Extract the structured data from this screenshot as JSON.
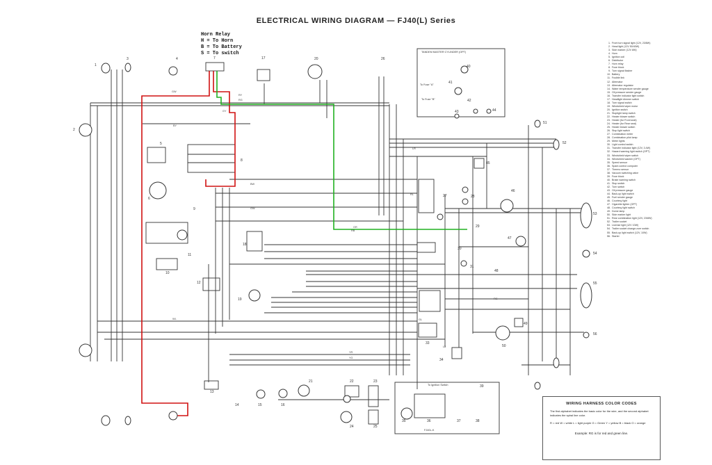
{
  "title": "ELECTRICAL WIRING DIAGRAM — FJ40(L) Series",
  "horn_relay": {
    "heading": "Horn Relay",
    "lines": [
      "H = To Horn",
      "B = To Battery",
      "S = To switch"
    ]
  },
  "tandem_inset": {
    "title": "TANDEM MASTER CYLINDER (OPT)",
    "fuse_a": "To Fuse \"A\"",
    "fuse_b": "To Fuse \"B\""
  },
  "ignition_inset": {
    "title": "To Ignition Switch",
    "code": "FJ40L-K"
  },
  "legend_items": [
    "Front turn signal light (12V, 23/8W)",
    "Head light (12V 50/40W)",
    "Side marker (12V 8W)",
    "Horn",
    "Ignition coil",
    "Distributor",
    "Horn relay",
    "Fuse block",
    "Turn signal flasher",
    "Battery",
    "Fusible link",
    "Alternator",
    "Alternator regulator",
    "Water temperature sender gauge",
    "Oil pressure sender gauge",
    "Transfer indicator light switch",
    "Headlight dimmer switch",
    "Turn signal switch",
    "Windshield wiper motor",
    "Ignition switch",
    "Stoplight lamp switch",
    "Heater blower switch",
    "Heater (for Front seat)",
    "Heater (for Rear seat)",
    "Heater blower switch",
    "Stop light switch",
    "Combination meter",
    "Combination pilot lamp",
    "Meter lights",
    "Light control switch",
    "Transfer indicator light (12V, 3.4W)",
    "Hazard warning light switch (OPT)",
    "Windshield wiper switch",
    "Windshield washer (OPT)",
    "Speed sensor",
    "Spark control computer",
    "Thermo sensor",
    "Vacuum switching valve",
    "Fuse block",
    "Brake warning switch",
    "Stop switch",
    "Turn switch",
    "Oil pressure gauge",
    "Back-up light switch",
    "Fuel sender gauge",
    "Courtesy light",
    "Cigarette lighter (OPT)",
    "Courtesy light switch",
    "Dome lamp",
    "Side marker light",
    "Rear combination light (12V, 23/8W)",
    "Trailer socket",
    "License light (12V 10W)",
    "Trailer socket change-over switch",
    "Back-up light switch (12V, 10W)",
    "Starter"
  ],
  "color_codes": {
    "heading": "WIRING HARNESS COLOR CODES",
    "intro": "The first alphabet indicates the basic color for the wire, and the second alphabet indicates the spiral line color.",
    "codes": "R = red   W = white   L = light purple   G = Green   Y = yellow   B = black   O = orange",
    "example": "Example:  RG is for red and green line."
  },
  "component_numbers": [
    "1",
    "2",
    "3",
    "4",
    "5",
    "6",
    "7",
    "8",
    "9",
    "10",
    "11",
    "12",
    "13",
    "14",
    "15",
    "16",
    "17",
    "18",
    "19",
    "20",
    "21",
    "22",
    "23",
    "24",
    "25",
    "26",
    "27",
    "28",
    "29",
    "30",
    "31",
    "33",
    "34",
    "35",
    "36",
    "37",
    "38",
    "39",
    "40",
    "41",
    "42",
    "43",
    "44",
    "45",
    "46",
    "47",
    "48",
    "49",
    "50",
    "51",
    "52",
    "53",
    "54",
    "55",
    "56"
  ],
  "wire_colors": [
    "GW",
    "RY",
    "RG",
    "GY",
    "BY",
    "LR",
    "GR",
    "WL",
    "YR",
    "YG",
    "GW",
    "RB",
    "LY",
    "BW",
    "GL",
    "RG",
    "RL"
  ],
  "colors": {
    "wire": "#333333",
    "horn_relay_red": "#d01010",
    "horn_relay_green": "#20b020"
  }
}
